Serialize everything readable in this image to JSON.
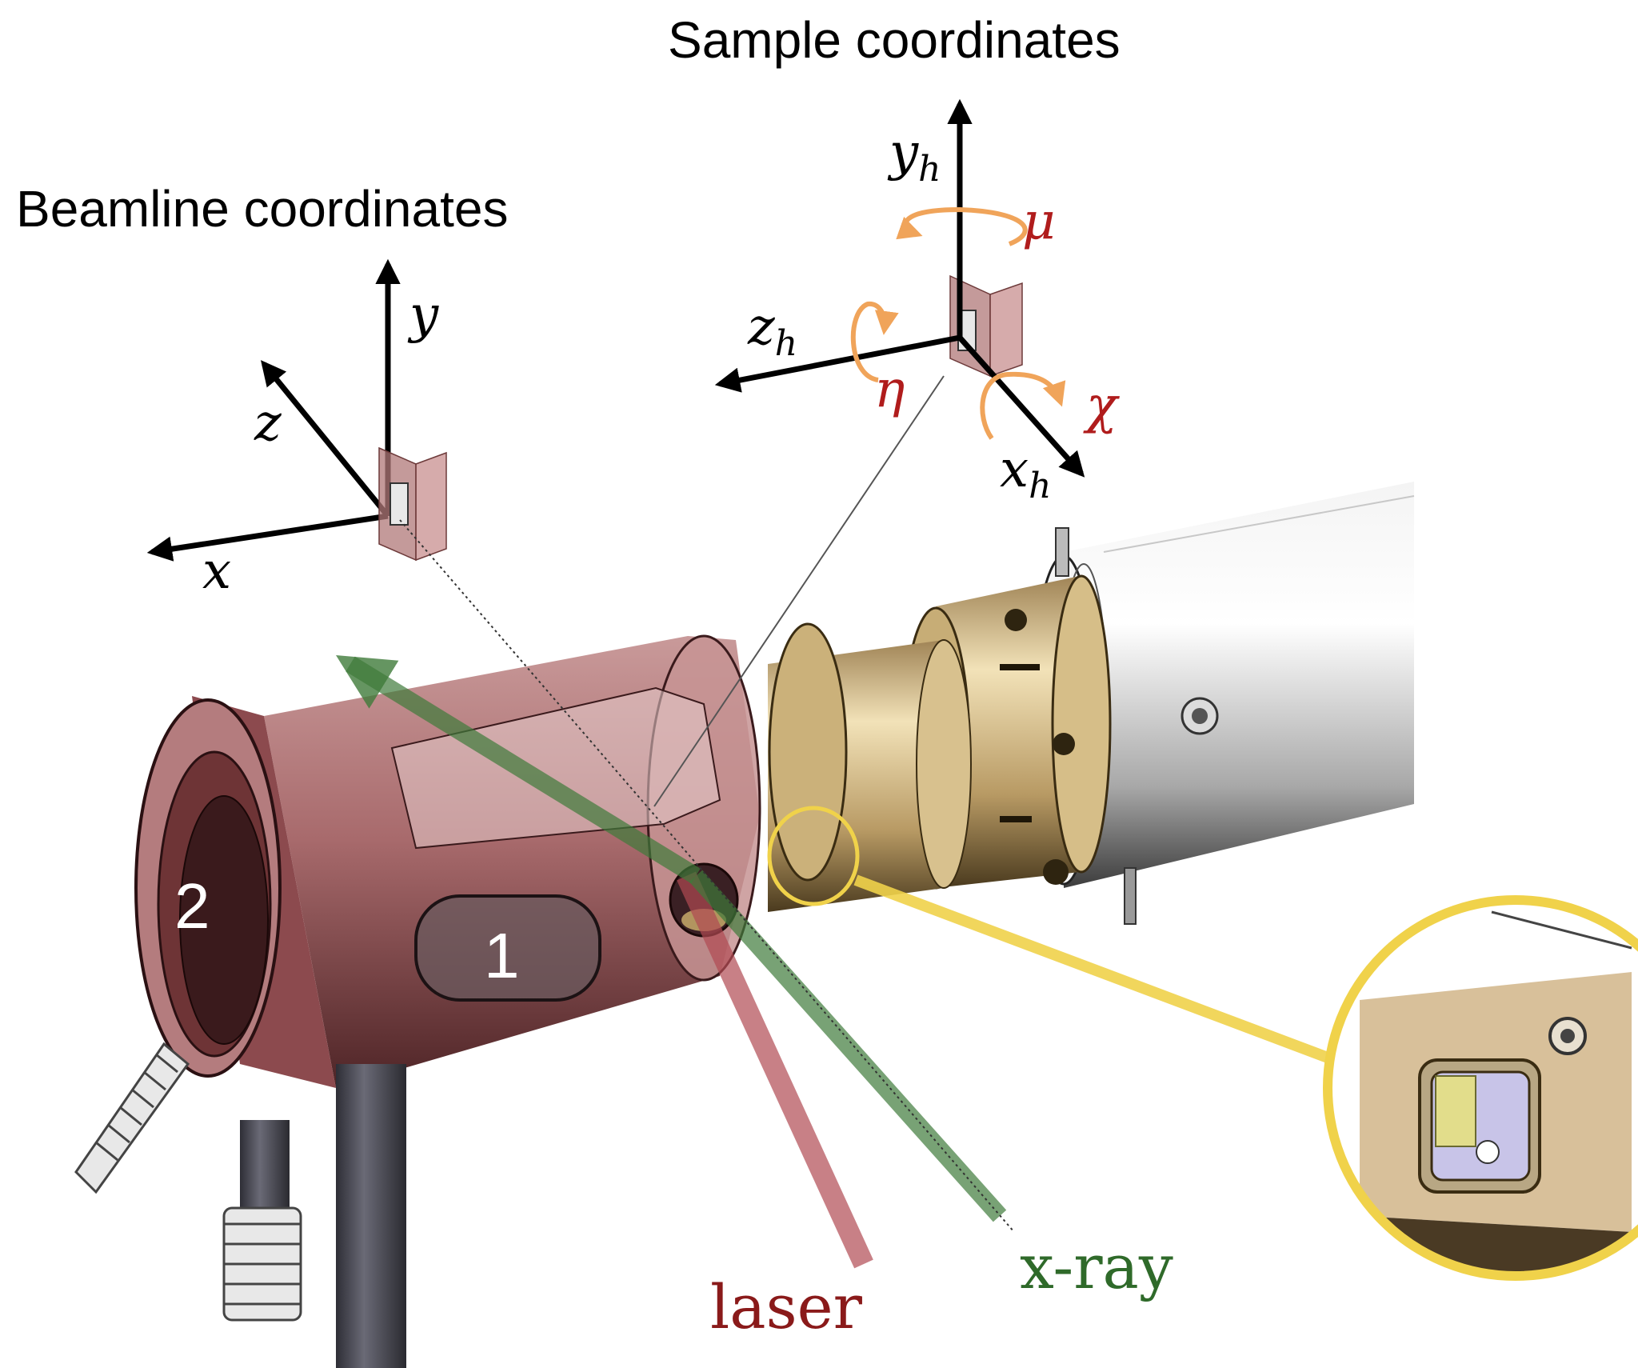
{
  "titles": {
    "sample": "Sample coordinates",
    "beamline": "Beamline coordinates"
  },
  "beamline_axes": {
    "x": "x",
    "y": "y",
    "z": "z"
  },
  "sample_axes": {
    "x": "x",
    "x_sub": "h",
    "y": "y",
    "y_sub": "h",
    "z": "z",
    "z_sub": "h"
  },
  "rotations": {
    "mu": "μ",
    "eta": "η",
    "chi": "χ"
  },
  "beams": {
    "laser": "laser",
    "xray": "x-ray"
  },
  "windows": {
    "w1": "1",
    "w2": "2"
  },
  "colors": {
    "laser": "#b04a52",
    "xray": "#3f7a3a",
    "rotation_label": "#b01c1c",
    "rotation_arrow": "#f0a45a",
    "highlight": "#f0d24a",
    "housing": "#a86a6c",
    "collar": "#c8b07a",
    "tube": "#d2d2d2"
  }
}
